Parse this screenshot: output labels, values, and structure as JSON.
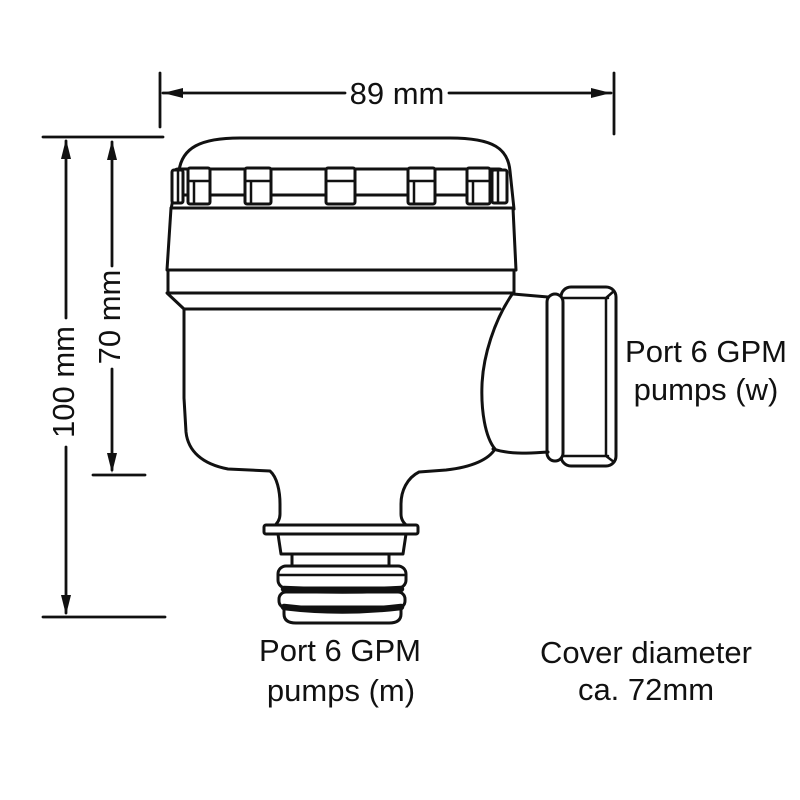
{
  "diagram": {
    "dimensions": {
      "overall_width": "89 mm",
      "overall_height": "100 mm",
      "cap_to_body_height": "70 mm"
    },
    "labels": {
      "side_port": {
        "line1": "Port 6 GPM",
        "line2": "pumps (w)"
      },
      "bottom_port": {
        "line1": "Port 6 GPM",
        "line2": "pumps (m)"
      },
      "cover": {
        "line1": "Cover diameter",
        "line2": "ca. 72mm"
      }
    },
    "colors": {
      "line": "#111111",
      "background": "#ffffff"
    }
  }
}
